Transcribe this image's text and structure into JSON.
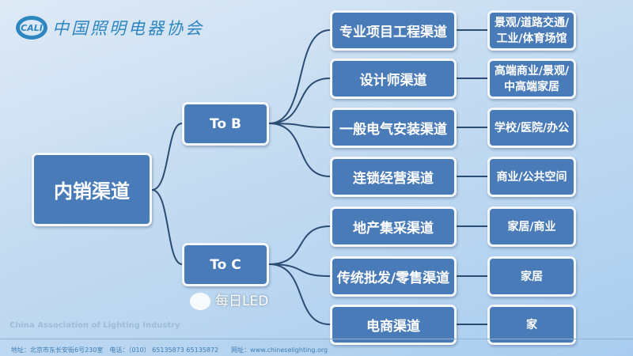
{
  "logo": {
    "mark": "CALI",
    "name": "中国照明电器协会"
  },
  "root": "内销渠道",
  "branches": [
    {
      "label": "To B"
    },
    {
      "label": "To C"
    }
  ],
  "channels": [
    {
      "label": "专业项目工程渠道",
      "target": "景观/道路交通/工业/体育场馆"
    },
    {
      "label": "设计师渠道",
      "target": "高端商业/景观/中高端家居"
    },
    {
      "label": "一般电气安装渠道",
      "target": "学校/医院/办公"
    },
    {
      "label": "连锁经营渠道",
      "target": "商业/公共空间"
    },
    {
      "label": "地产集采渠道",
      "target": "家居/商业"
    },
    {
      "label": "传统批发/零售渠道",
      "target": "家居"
    },
    {
      "label": "电商渠道",
      "target": "家"
    }
  ],
  "footer": {
    "english": "China Association of Lighting Industry",
    "address": "地址：北京市东长安街6号230室　电话：（010） 65135873 65135872　　网址：www.chineselighting.org"
  },
  "watermark": "每日LED",
  "colors": {
    "box": "#4a7bb9",
    "line": "#2c4d73"
  }
}
